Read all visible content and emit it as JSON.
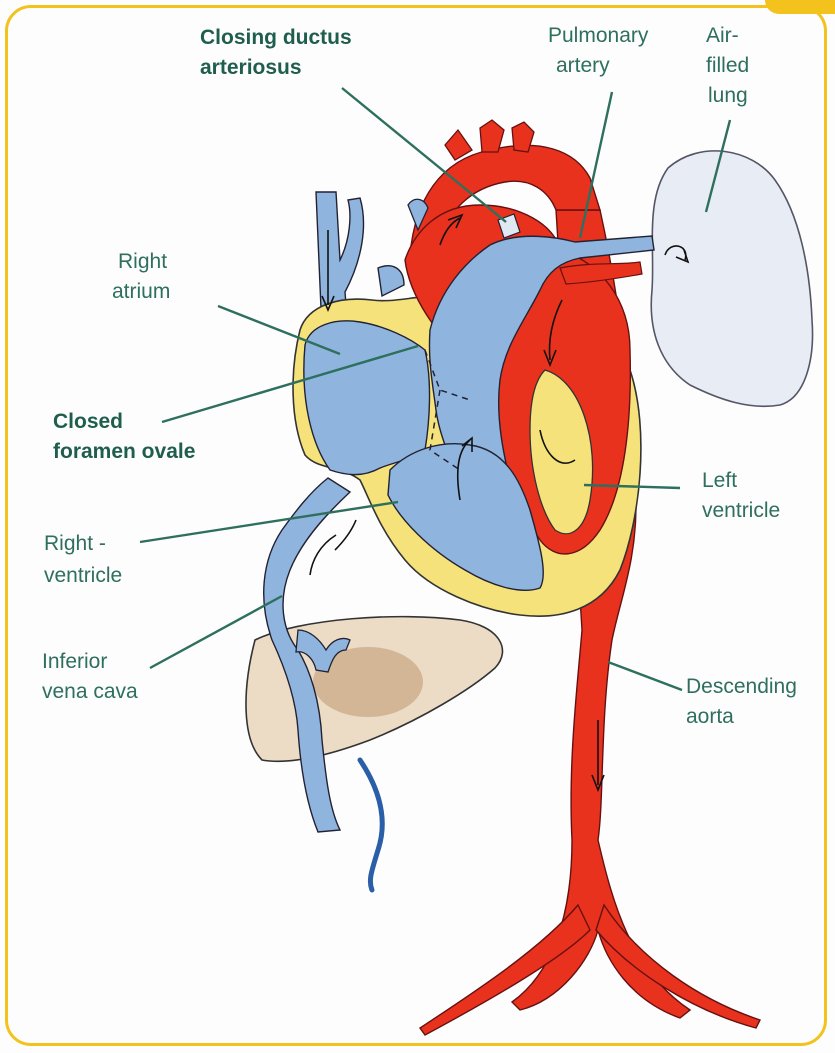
{
  "labels": {
    "closing_ductus_1": "Closing ductus",
    "closing_ductus_2": "arteriosus",
    "pulmonary_1": "Pulmonary",
    "pulmonary_2": "artery",
    "lung_1": "Air-",
    "lung_2": "filled",
    "lung_3": "lung",
    "right_atrium_1": "Right",
    "right_atrium_2": "atrium",
    "foramen_1": "Closed",
    "foramen_2": "foramen ovale",
    "left_ventricle_1": "Left",
    "left_ventricle_2": "ventricle",
    "right_ventricle_1": "Right -",
    "right_ventricle_2": "ventricle",
    "ivc_1": "Inferior",
    "ivc_2": "vena cava",
    "aorta_1": "Descending",
    "aorta_2": "aorta"
  },
  "colors": {
    "frame": "#f3c21c",
    "oxygenated": "#e8321e",
    "deoxygenated": "#8fb5df",
    "myocardium": "#f5e27a",
    "liver": "#ecdcc5",
    "lung": "#e8ecf5",
    "label_text": "#2e6f5d"
  }
}
